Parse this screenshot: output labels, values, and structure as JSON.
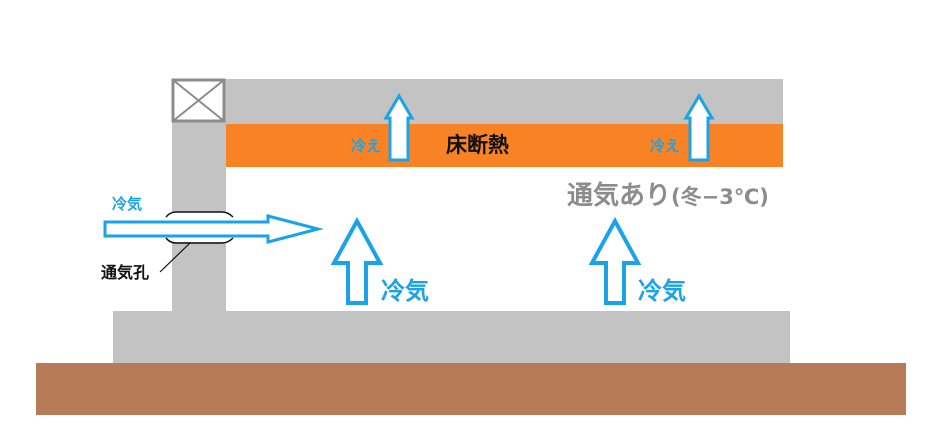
{
  "colors": {
    "structure": "#c3c3c3",
    "insulation": "#f98324",
    "ground": "#b87b58",
    "airflow": "#1aa3e8",
    "vent_box": "#8c8c8c"
  },
  "labels": {
    "insulation": "床断熱",
    "cold_left": "冷え",
    "cold_right": "冷え",
    "cold_air_intake": "冷気",
    "vent_hole": "通気孔",
    "cold_air_center": "冷気",
    "cold_air_right": "冷気",
    "ventilation_note": "通気あり",
    "temperature": "(冬−3℃)"
  },
  "icons": {
    "vent_box": "vent-box-icon",
    "arrow": "hollow-arrow-icon"
  }
}
